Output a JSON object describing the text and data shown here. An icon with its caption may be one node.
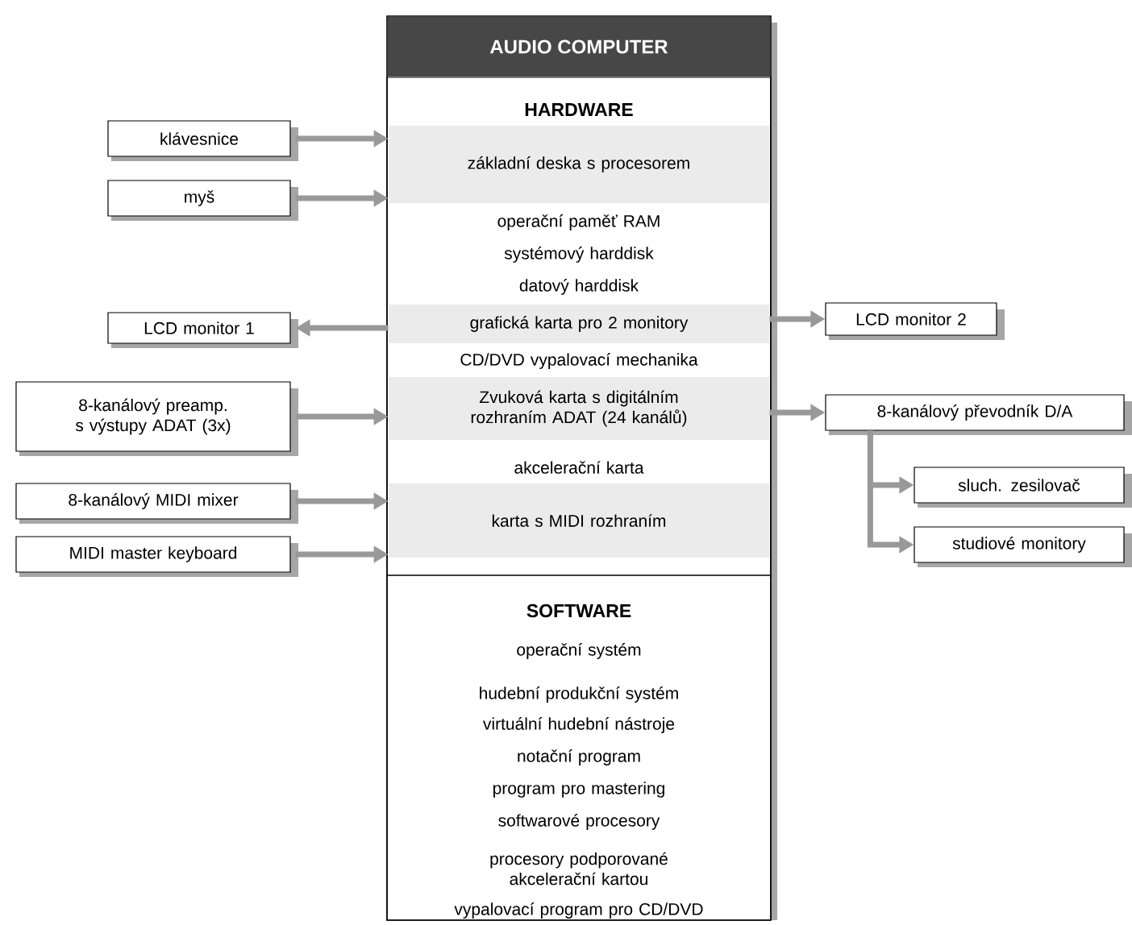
{
  "diagram": {
    "nodes": [
      {
        "text": [
          "AUDIO COMPUTER"
        ]
      },
      {
        "text": [
          "HARDWARE",
          "operační paměť RAM",
          "systémový harddisk",
          "datový harddisk",
          "CD/DVD vypalovací mechanika",
          "akcelerační karta"
        ],
        "in": 0
      },
      {
        "text": [
          "základní deska s procesorem"
        ],
        "in": 1
      },
      {
        "text": [
          "grafická karta pro 2 monitory"
        ],
        "in": 1
      },
      {
        "text": [
          "Zvuková karta s digitálním rozhraním ADAT (24 kanálů)"
        ],
        "in": 1
      },
      {
        "text": [
          "karta s MIDI rozhraním"
        ],
        "in": 1
      },
      {
        "text": [
          "SOFTWARE",
          "operační systém",
          "hudební produkční systém",
          "virtuální hudební nástroje",
          "notační program",
          "program pro mastering",
          "softwarové procesory",
          "procesory podporované akcelerační kartou",
          "vypalovací program pro CD/DVD"
        ],
        "in": 0
      },
      {
        "text": [
          "klávesnice"
        ]
      },
      {
        "text": [
          "myš"
        ]
      },
      {
        "text": [
          "LCD monitor 1"
        ]
      },
      {
        "text": [
          "8-kanálový preamp. s výstupy ADAT (3x)"
        ]
      },
      {
        "text": [
          "8-kanálový MIDI mixer"
        ]
      },
      {
        "text": [
          "MIDI master keyboard"
        ]
      },
      {
        "text": [
          "LCD monitor 2"
        ]
      },
      {
        "text": [
          "8-kanálový převodník D/A"
        ]
      },
      {
        "text": [
          "sluch. zesilovač"
        ]
      },
      {
        "text": [
          "studiové monitory"
        ]
      }
    ],
    "edges": [
      {
        "from": 7,
        "to": 2,
        "arrow": "to"
      },
      {
        "from": 8,
        "to": 2,
        "arrow": "to"
      },
      {
        "from": 3,
        "to": 9,
        "arrow": "to"
      },
      {
        "from": 10,
        "to": 4,
        "arrow": "to"
      },
      {
        "from": 11,
        "to": 5,
        "arrow": "to"
      },
      {
        "from": 12,
        "to": 5,
        "arrow": "to"
      },
      {
        "from": 3,
        "to": 13,
        "arrow": "to"
      },
      {
        "from": 4,
        "to": 14,
        "arrow": "to"
      },
      {
        "from": 14,
        "to": 15,
        "arrow": "to"
      },
      {
        "from": 14,
        "to": 16,
        "arrow": "to"
      }
    ]
  }
}
